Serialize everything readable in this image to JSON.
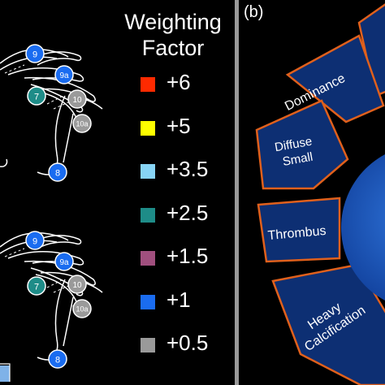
{
  "panel_a": {
    "legend": {
      "title_line1": "Weighting",
      "title_line2": "Factor",
      "items": [
        {
          "label": "+6",
          "color": "#ff2a00"
        },
        {
          "label": "+5",
          "color": "#ffff00"
        },
        {
          "label": "+3.5",
          "color": "#87d4f5"
        },
        {
          "label": "+2.5",
          "color": "#1e8c88"
        },
        {
          "label": "+1.5",
          "color": "#a04f7e"
        },
        {
          "label": "+1",
          "color": "#1a6cf0"
        },
        {
          "label": "+0.5",
          "color": "#9a9a9a"
        }
      ]
    },
    "tree_top": {
      "nodes": [
        {
          "label": "9",
          "color": "#1a6cf0"
        },
        {
          "label": "9a",
          "color": "#1a6cf0"
        },
        {
          "label": "7",
          "color": "#1e8c88"
        },
        {
          "label": "10",
          "color": "#9a9a9a"
        },
        {
          "label": "10a",
          "color": "#9a9a9a"
        },
        {
          "label": "8",
          "color": "#1a6cf0"
        }
      ]
    },
    "tree_bottom": {
      "nodes": [
        {
          "label": "9",
          "color": "#1a6cf0"
        },
        {
          "label": "9a",
          "color": "#1a6cf0"
        },
        {
          "label": "7",
          "color": "#1e8c88"
        },
        {
          "label": "10",
          "color": "#9a9a9a"
        },
        {
          "label": "10a",
          "color": "#9a9a9a"
        },
        {
          "label": "8",
          "color": "#1a6cf0"
        }
      ]
    }
  },
  "panel_b": {
    "label": "(b)",
    "segments": [
      {
        "label": "Dominance"
      },
      {
        "label": "Diffuse Small"
      },
      {
        "label": "Thrombus"
      },
      {
        "label": "Heavy Calcification"
      }
    ],
    "colors": {
      "segment_fill": "#0d2f73",
      "segment_border": "#e0601c",
      "center": "#1d5bc2"
    }
  }
}
